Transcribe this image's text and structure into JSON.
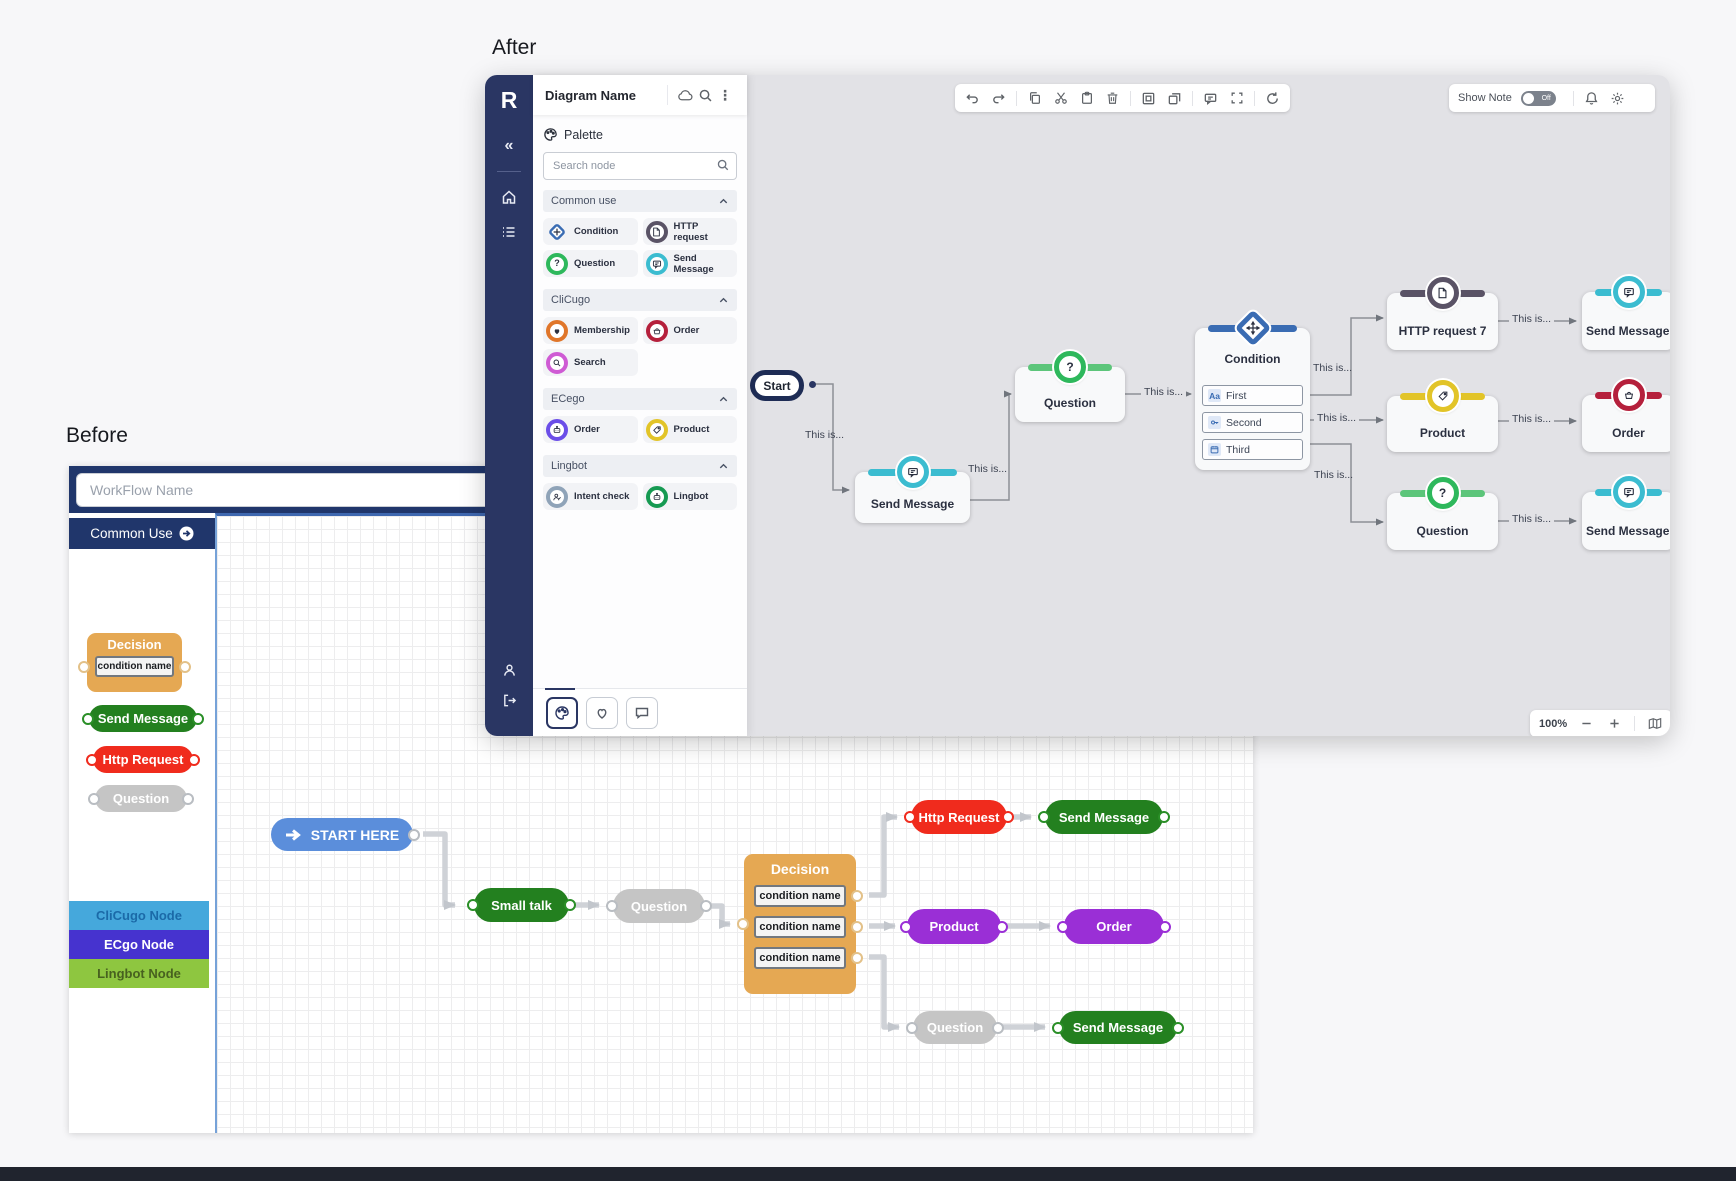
{
  "page": {
    "before_label": "Before",
    "after_label": "After"
  },
  "before": {
    "workflow_placeholder": "WorkFlow Name",
    "sidebar": {
      "header": "Common Use",
      "decision": {
        "title": "Decision",
        "condition": "condition name"
      },
      "send_message": "Send Message",
      "http_request": "Http Request",
      "question": "Question",
      "categories": [
        {
          "label": "CliCugo Node"
        },
        {
          "label": "ECgo Node"
        },
        {
          "label": "Lingbot Node"
        }
      ]
    },
    "canvas": {
      "start": "START HERE",
      "small_talk": "Small talk",
      "question": "Question",
      "decision": {
        "title": "Decision",
        "rows": [
          {
            "label": "condition name"
          },
          {
            "label": "condition name"
          },
          {
            "label": "condition name"
          }
        ]
      },
      "http_request": "Http Request",
      "send_message_top": "Send Message",
      "product": "Product",
      "order": "Order",
      "question_bottom": "Question",
      "send_message_bottom": "Send Message"
    }
  },
  "after": {
    "header": {
      "title": "Diagram Name"
    },
    "palette": {
      "label": "Palette",
      "search_placeholder": "Search node",
      "sections": [
        {
          "name": "Common use",
          "items": [
            {
              "label": "Condition"
            },
            {
              "label": "HTTP request"
            },
            {
              "label": "Question"
            },
            {
              "label": "Send Message"
            }
          ]
        },
        {
          "name": "CliCugo",
          "items": [
            {
              "label": "Membership"
            },
            {
              "label": "Order"
            },
            {
              "label": "Search"
            }
          ]
        },
        {
          "name": "ECego",
          "items": [
            {
              "label": "Order"
            },
            {
              "label": "Product"
            }
          ]
        },
        {
          "name": "Lingbot",
          "items": [
            {
              "label": "Intent check"
            },
            {
              "label": "Lingbot"
            }
          ]
        }
      ]
    },
    "topbar": {
      "show_note": "Show Note",
      "toggle_state": "Off"
    },
    "canvas": {
      "start": "Start",
      "edge_label": "This is...",
      "send_message": "Send Message",
      "question": "Question",
      "condition": {
        "title": "Condition",
        "aa_icon": "Aa",
        "rows": [
          {
            "label": "First"
          },
          {
            "label": "Second"
          },
          {
            "label": "Third"
          }
        ]
      },
      "http_request": "HTTP request 7",
      "product": "Product",
      "question_2": "Question",
      "send_message_right_top": "Send Message",
      "order": "Order",
      "send_message_right_bottom": "Send Message"
    },
    "zoom": {
      "level": "100%"
    }
  },
  "colors": {
    "navy": "#2a3663",
    "before_header_navy": "#20366b",
    "condition_blue": "#3a6cb3",
    "question_green": "#2eb85c",
    "send_teal": "#3bbcd0",
    "http_slate": "#5a5366",
    "membership_orange": "#e0762a",
    "order_crimson": "#b5203c",
    "search_pink": "#cf5bd4",
    "ecego_purple": "#6b4ee8",
    "product_yellow": "#e2c428",
    "lingbot_green": "#169a52",
    "intent_slate": "#8fa3b8",
    "start_blue": "#5b8edb",
    "flow_green": "#23801f",
    "flow_red": "#f02b1d",
    "flow_gray": "#c5c5c5",
    "flow_purple": "#9a2fd6",
    "decision_orange": "#e5a853",
    "clicugo_blue": "#45a8dc",
    "ecgo_indigo": "#4633cf",
    "lingbot_node_green": "#8ec640"
  }
}
